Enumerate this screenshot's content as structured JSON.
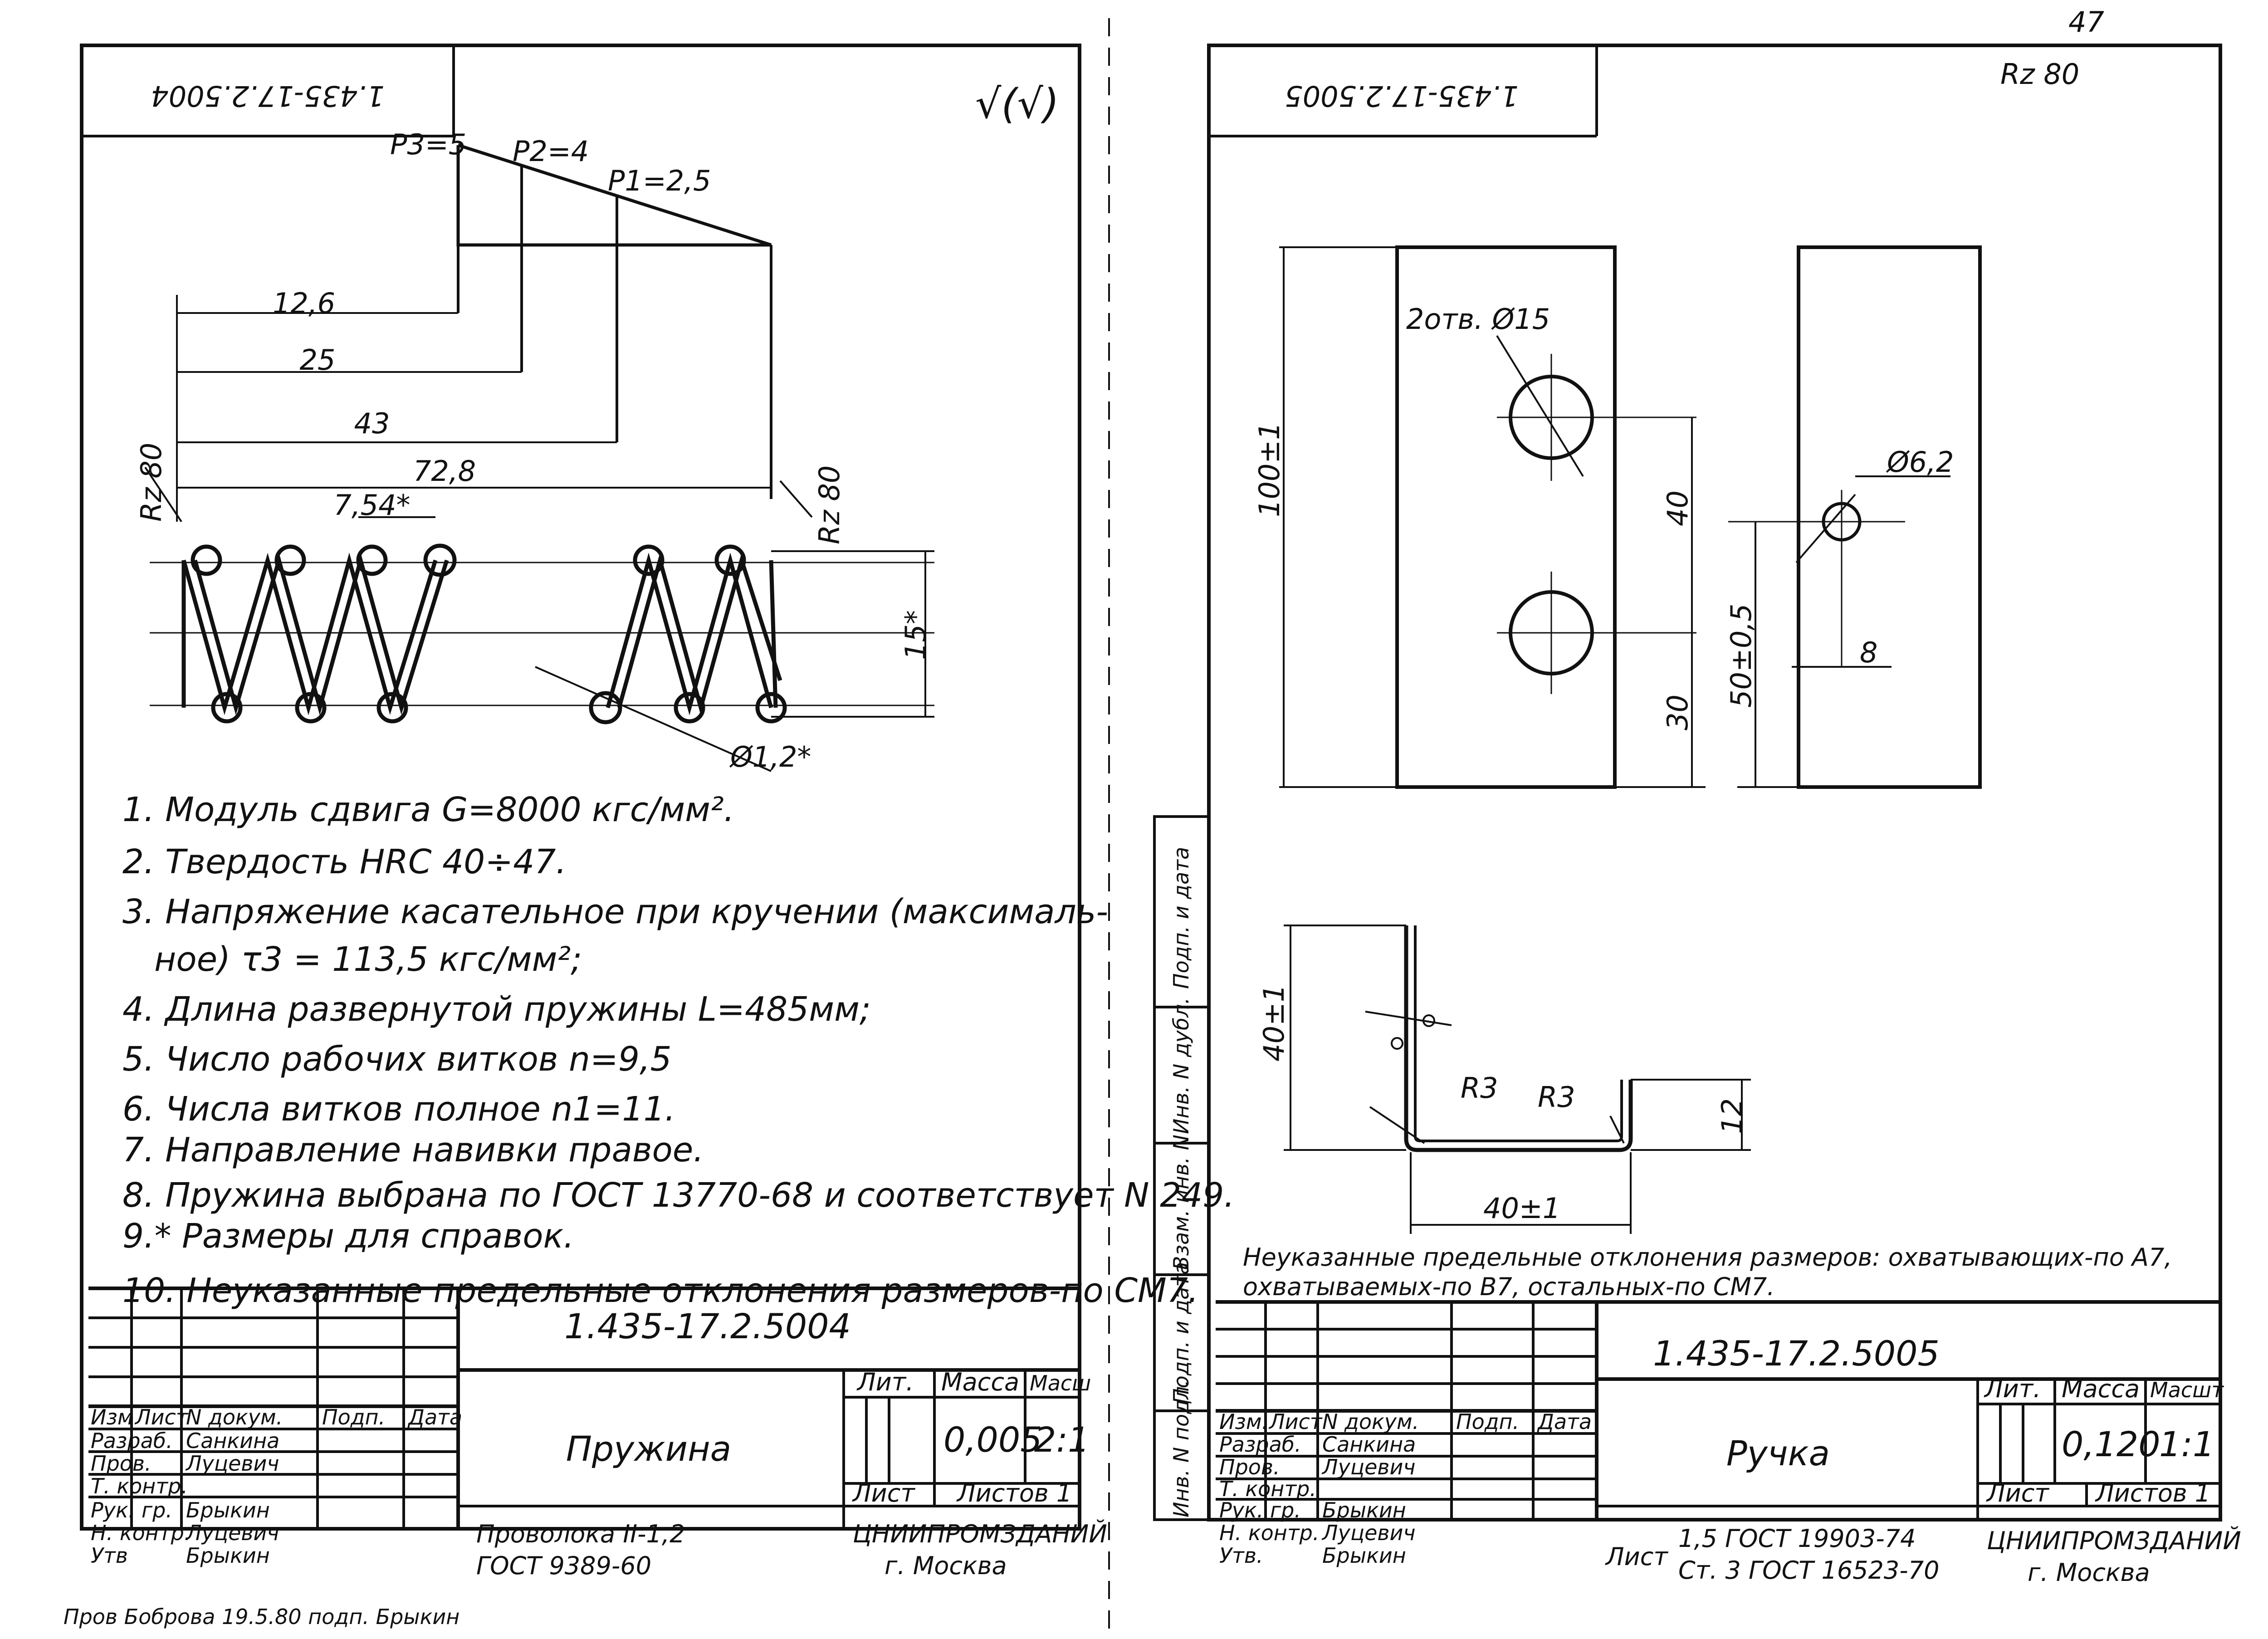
{
  "left_sheet": {
    "code_rotated": "1.435-17.2.5004",
    "roughness_symbol": "√(√)",
    "forces": {
      "p3": "P3=5",
      "p2": "P2=4",
      "p1": "P1=2,5"
    },
    "dims": {
      "d1": "12,6",
      "d2": "25",
      "d3": "43",
      "d4": "72,8",
      "pitch": "7,54*",
      "height": "15*",
      "wire": "Ø1,2*",
      "rz_left": "Rz 80",
      "rz_right": "Rz 80"
    },
    "notes": [
      "1. Модуль сдвига G=8000 кгс/мм².",
      "2. Твердость HRC 40÷47.",
      "3. Напряжение касательное при кручении (максималь-",
      "ное) τ3 = 113,5 кгс/мм²;",
      "4. Длина развернутой пружины L=485мм;",
      "5. Число рабочих витков n=9,5",
      "6. Числа витков полное n1=11.",
      "7. Направление навивки правое.",
      "8. Пружина выбрана по ГОСТ 13770-68 и соответствует N 249.",
      "9.* Размеры для справок.",
      "10. Неуказанные предельные отклонения размеров-по СМ7."
    ],
    "title_block": {
      "designation": "1.435-17.2.5004",
      "name": "Пружина",
      "material_line1": "Проволока II-1,2",
      "material_line2": "ГОСТ 9389-60",
      "col_lit": "Лит.",
      "col_mass": "Масса",
      "col_scale": "Масш",
      "mass": "0,005",
      "scale": "2:1",
      "sheet": "Лист",
      "sheets": "Листов 1",
      "org_line1": "ЦНИИПРОМЗДАНИЙ",
      "org_line2": "г. Москва",
      "header_cells": [
        "Изм",
        "Лист",
        "N докум.",
        "Подп.",
        "Дата"
      ],
      "rows": [
        {
          "role": "Разраб.",
          "person": "Санкина"
        },
        {
          "role": "Пров.",
          "person": "Луцевич"
        },
        {
          "role": "Т. контр.",
          "person": ""
        },
        {
          "role": "Рук. гр.",
          "person": "Брыкин"
        },
        {
          "role": "Н. контр.",
          "person": "Луцевич"
        },
        {
          "role": "Утв",
          "person": "Брыкин"
        }
      ]
    },
    "footer_note": "Пров    Боброва   19.5.80   подп.   Брыкин"
  },
  "right_sheet": {
    "code_rotated": "1.435-17.2.5005",
    "roughness": "Rz 80",
    "corner_mark": "47",
    "dims": {
      "holes": "2отв. Ø15",
      "length": "100±1",
      "spacing": "40",
      "edge": "30",
      "hole_small": "Ø6,2",
      "hole_pos": "50±0,5",
      "hole_offset": "8",
      "bend_height": "40±1",
      "r_left": "R3",
      "r_right": "R3",
      "lip": "12",
      "base": "40±1"
    },
    "note_line1": "Неуказанные предельные отклонения размеров: охватывающих-по А7,",
    "note_line2": "охватываемых-по В7, остальных-по СМ7.",
    "title_block": {
      "designation": "1.435-17.2.5005",
      "name": "Ручка",
      "material_prefix": "Лист",
      "material_line1": "1,5 ГОСТ 19903-74",
      "material_line2": "Ст. 3 ГОСТ 16523-70",
      "col_lit": "Лит.",
      "col_mass": "Масса",
      "col_scale": "Масшт",
      "mass": "0,120",
      "scale": "1:1",
      "sheet": "Лист",
      "sheets": "Листов 1",
      "org_line1": "ЦНИИПРОМЗДАНИЙ",
      "org_line2": "г. Москва",
      "header_cells": [
        "Изм.",
        "Лист",
        "N докум.",
        "Подп.",
        "Дата"
      ],
      "rows": [
        {
          "role": "Разраб.",
          "person": "Санкина"
        },
        {
          "role": "Пров.",
          "person": "Луцевич"
        },
        {
          "role": "Т. контр.",
          "person": ""
        },
        {
          "role": "Рук. гр.",
          "person": "Брыкин"
        },
        {
          "role": "Н. контр.",
          "person": "Луцевич"
        },
        {
          "role": "Утв.",
          "person": "Брыкин"
        }
      ]
    },
    "side_stamp": [
      "Подп. и дата",
      "Инв. N дубл.",
      "Взам. инв. N",
      "Подп. и дата",
      "Инв. N подл."
    ]
  }
}
